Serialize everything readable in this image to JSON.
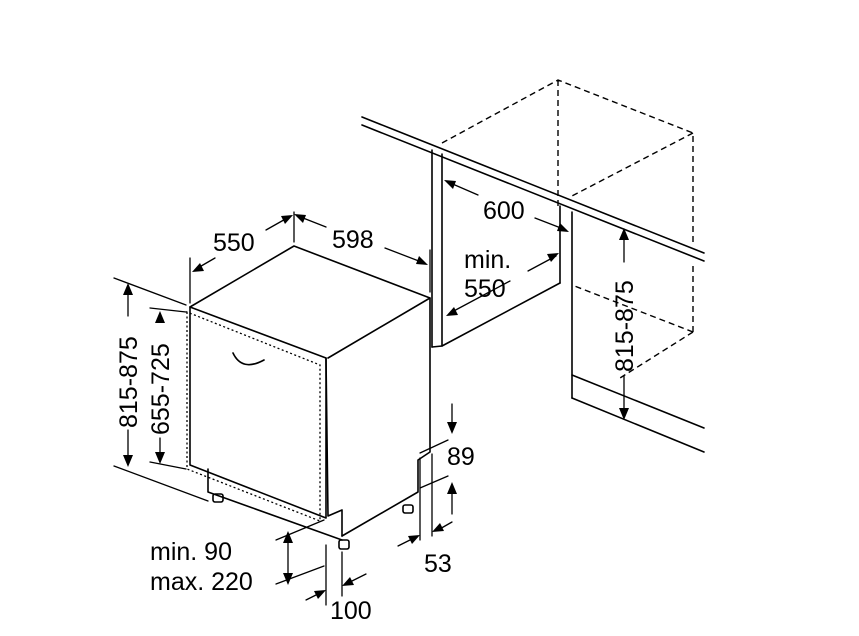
{
  "labels": {
    "width_base": "598",
    "depth_base": "550",
    "niche_width": "600",
    "niche_depth_min": "min.",
    "niche_depth_val": "550",
    "niche_height": "815-875",
    "height_total": "815-875",
    "height_door": "655-725",
    "plinth_height": "89",
    "foot_offset": "53",
    "door_gap_min": "min. 90",
    "door_gap_max": "max. 220",
    "plinth_depth": "100"
  }
}
